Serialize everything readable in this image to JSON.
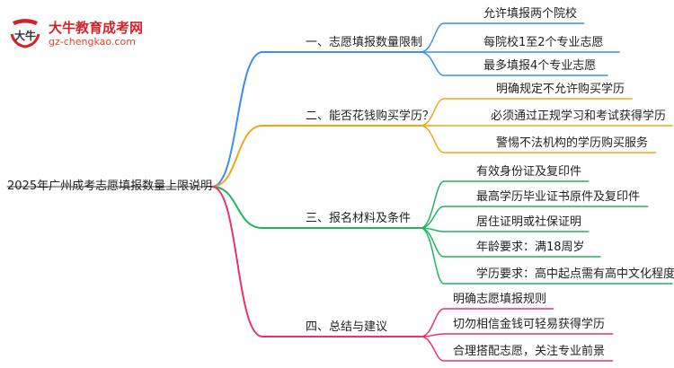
{
  "logo": {
    "name": "大牛教育成考网",
    "url": "gz-chengkao.com",
    "mark_text": "大牛"
  },
  "root": {
    "label": "2025年广州成考志愿填报数量上限说明"
  },
  "branches": [
    {
      "label": "一、志愿填报数量限制",
      "color": "#3b8ff0",
      "children": [
        "允许填报两个院校",
        "每院校1至2个专业志愿",
        "最多填报4个专业志愿"
      ]
    },
    {
      "label": "二、能否花钱购买学历？",
      "color": "#f2a51c",
      "children": [
        "明确规定不允许购买学历",
        "必须通过正规学习和考试获得学历",
        "警惕不法机构的学历购买服务"
      ]
    },
    {
      "label": "三、报名材料及条件",
      "color": "#22b45e",
      "children": [
        "有效身份证及复印件",
        "最高学历毕业证书原件及复印件",
        "居住证明或社保证明",
        "年龄要求：满18周岁",
        "学历要求：高中起点需有高中文化程度"
      ]
    },
    {
      "label": "四、总结与建议",
      "color": "#e8336a",
      "children": [
        "明确志愿填报规则",
        "切勿相信金钱可轻易获得学历",
        "合理搭配志愿，关注专业前景"
      ]
    }
  ]
}
